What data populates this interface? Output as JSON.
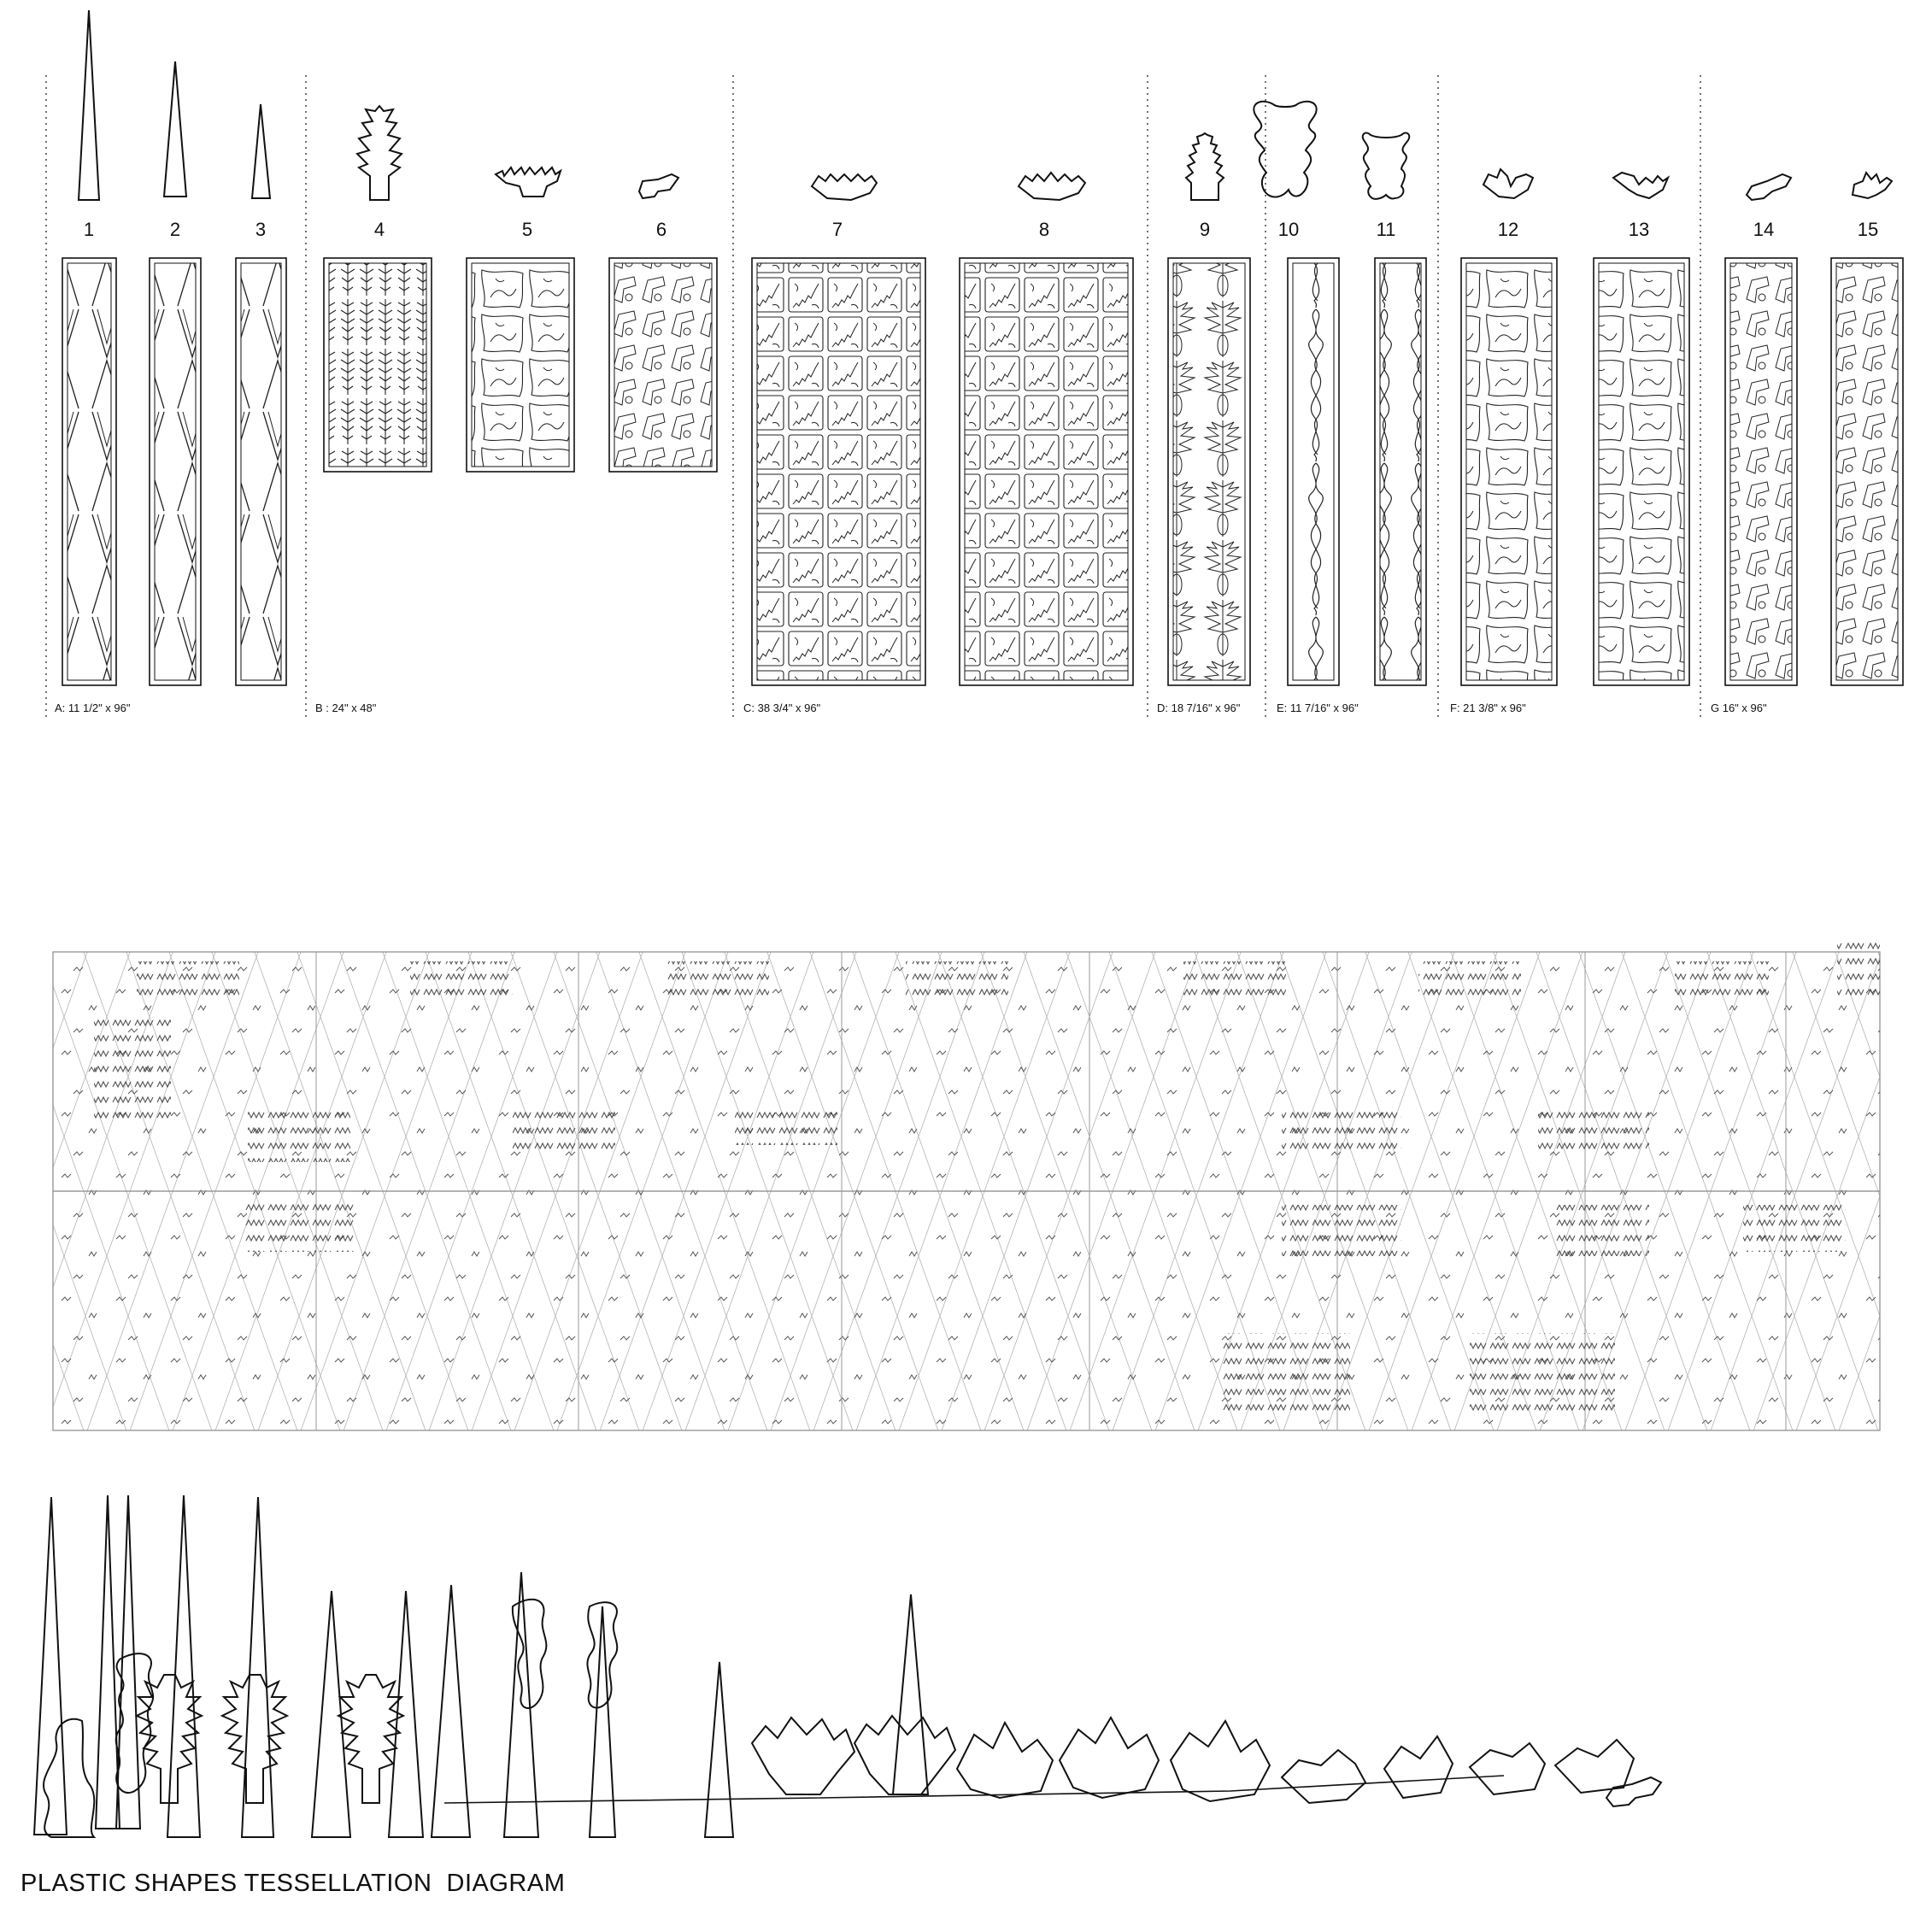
{
  "title": "PLASTIC SHAPES TESSELLATION  DIAGRAM",
  "shapes": [
    {
      "number": "1",
      "type": "spike"
    },
    {
      "number": "2",
      "type": "spike"
    },
    {
      "number": "3",
      "type": "spike"
    },
    {
      "number": "4",
      "type": "fern"
    },
    {
      "number": "5",
      "type": "crown"
    },
    {
      "number": "6",
      "type": "hook"
    },
    {
      "number": "7",
      "type": "crown"
    },
    {
      "number": "8",
      "type": "crown"
    },
    {
      "number": "9",
      "type": "fern"
    },
    {
      "number": "10",
      "type": "blob"
    },
    {
      "number": "11",
      "type": "blob"
    },
    {
      "number": "12",
      "type": "claw"
    },
    {
      "number": "13",
      "type": "claw"
    },
    {
      "number": "14",
      "type": "hook"
    },
    {
      "number": "15",
      "type": "claw"
    }
  ],
  "sheets": [
    {
      "label": "A: 11 1/2\" x 96\""
    },
    {
      "label": "B : 24\" x 48\""
    },
    {
      "label": "C: 38 3/4\" x 96\""
    },
    {
      "label": "D: 18 7/16\" x 96\""
    },
    {
      "label": "E: 11 7/16\" x 96\""
    },
    {
      "label": "F: 21 3/8\" x 96\""
    },
    {
      "label": "G 16\" x 96\""
    }
  ],
  "colors": {
    "line": "#111111",
    "grid": "#9a9a9a",
    "mark": "#555555"
  }
}
